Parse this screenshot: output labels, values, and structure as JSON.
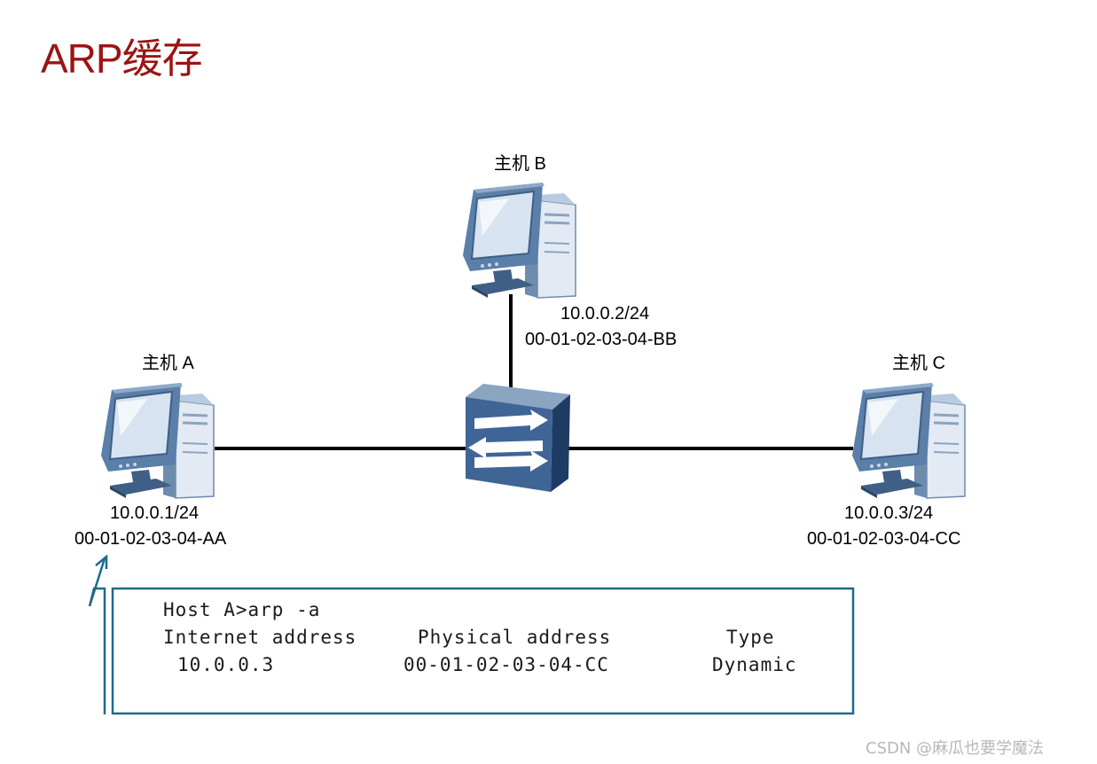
{
  "title": "ARP缓存",
  "hosts": [
    {
      "name": "主机 A",
      "ip": "10.0.0.1/24",
      "mac": "00-01-02-03-04-AA"
    },
    {
      "name": "主机 B",
      "ip": "10.0.0.2/24",
      "mac": "00-01-02-03-04-BB"
    },
    {
      "name": "主机 C",
      "ip": "10.0.0.3/24",
      "mac": "00-01-02-03-04-CC"
    }
  ],
  "console": {
    "command": "Host A>arp -a",
    "headers": [
      "Internet address",
      "Physical address",
      "Type"
    ],
    "row": [
      "10.0.0.3",
      "00-01-02-03-04-CC",
      "Dynamic"
    ]
  },
  "watermark": "CSDN @麻瓜也要学魔法",
  "colors": {
    "title": "#9b1414",
    "console_border": "#1f6a8a",
    "device": "#5a7fa8"
  }
}
